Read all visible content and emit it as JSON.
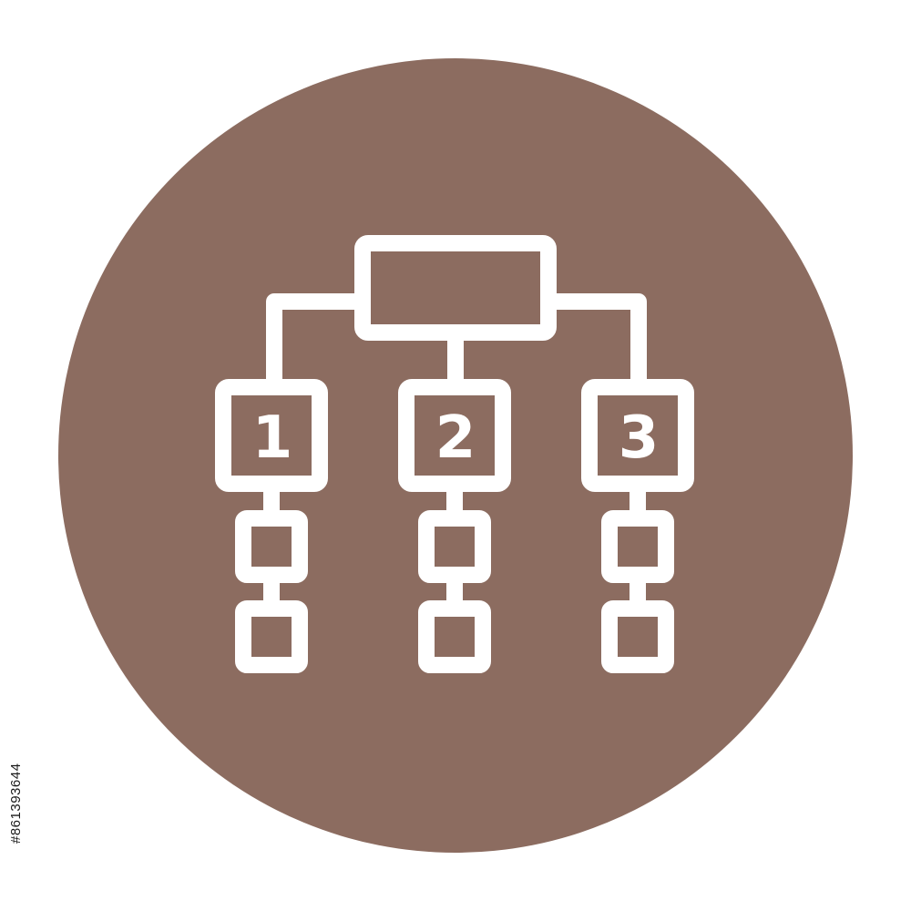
{
  "icon": {
    "name": "hierarchy-structure-icon",
    "background_color": "#8c6c60",
    "line_color": "#ffffff",
    "branch_numbers": [
      "1",
      "2",
      "3"
    ]
  },
  "watermark": {
    "stock_id": "#861393644"
  }
}
